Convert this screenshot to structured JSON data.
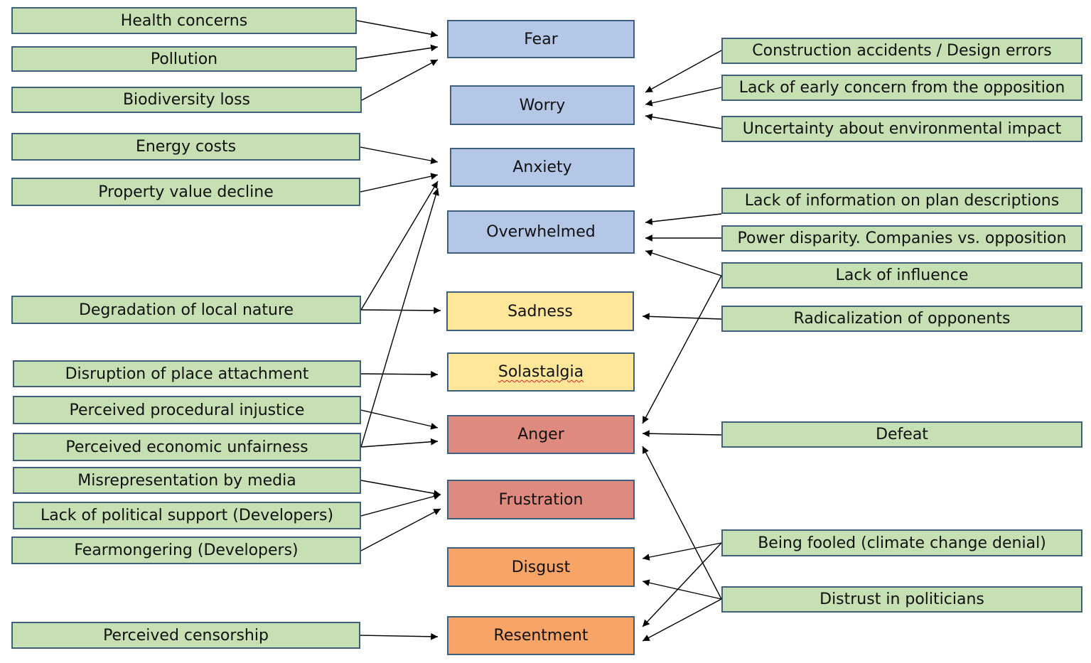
{
  "colors": {
    "cause_fill": "#c6e0b4",
    "blue": "#b4c7e7",
    "yellow": "#ffe699",
    "red": "#df8a7e",
    "orange": "#f8a466",
    "border": "#41617a"
  },
  "emotions": {
    "fear": "Fear",
    "worry": "Worry",
    "anxiety": "Anxiety",
    "overwhelmed": "Overwhelmed",
    "sadness": "Sadness",
    "solastalgia": "Solastalgia",
    "anger": "Anger",
    "frustration": "Frustration",
    "disgust": "Disgust",
    "resentment": "Resentment"
  },
  "left_causes": {
    "health": "Health concerns",
    "pollution": "Pollution",
    "biodiversity": "Biodiversity loss",
    "energy": "Energy costs",
    "property": "Property value decline",
    "degradation": "Degradation of local nature",
    "place": "Disruption of place attachment",
    "procedural": "Perceived procedural injustice",
    "economic": "Perceived economic unfairness",
    "media": "Misrepresentation by media",
    "political": "Lack of political support (Developers)",
    "fearmongering": "Fearmongering (Developers)",
    "censorship": "Perceived censorship"
  },
  "right_causes": {
    "construction": "Construction accidents / Design errors",
    "early": "Lack of early concern from the opposition",
    "uncertainty": "Uncertainty about environmental impact",
    "information": "Lack of information on plan descriptions",
    "power": "Power disparity. Companies vs. opposition",
    "influence": "Lack of influence",
    "radicalization": "Radicalization of opponents",
    "defeat": "Defeat",
    "fooled": "Being fooled (climate change denial)",
    "distrust": "Distrust in politicians"
  },
  "links": [
    {
      "from": "health",
      "to": "fear"
    },
    {
      "from": "pollution",
      "to": "fear"
    },
    {
      "from": "biodiversity",
      "to": "fear"
    },
    {
      "from": "energy",
      "to": "anxiety"
    },
    {
      "from": "property",
      "to": "anxiety"
    },
    {
      "from": "degradation",
      "to": "anxiety"
    },
    {
      "from": "degradation",
      "to": "sadness"
    },
    {
      "from": "economic",
      "to": "anxiety"
    },
    {
      "from": "place",
      "to": "solastalgia"
    },
    {
      "from": "procedural",
      "to": "anger"
    },
    {
      "from": "economic",
      "to": "anger"
    },
    {
      "from": "media",
      "to": "frustration"
    },
    {
      "from": "political",
      "to": "frustration"
    },
    {
      "from": "fearmongering",
      "to": "frustration"
    },
    {
      "from": "censorship",
      "to": "resentment"
    },
    {
      "from": "construction",
      "to": "worry"
    },
    {
      "from": "early",
      "to": "worry"
    },
    {
      "from": "uncertainty",
      "to": "worry"
    },
    {
      "from": "information",
      "to": "overwhelmed"
    },
    {
      "from": "power",
      "to": "overwhelmed"
    },
    {
      "from": "influence",
      "to": "overwhelmed"
    },
    {
      "from": "influence",
      "to": "anger"
    },
    {
      "from": "radicalization",
      "to": "sadness"
    },
    {
      "from": "defeat",
      "to": "anger"
    },
    {
      "from": "fooled",
      "to": "disgust"
    },
    {
      "from": "fooled",
      "to": "resentment"
    },
    {
      "from": "distrust",
      "to": "disgust"
    },
    {
      "from": "distrust",
      "to": "resentment"
    },
    {
      "from": "distrust",
      "to": "anger"
    }
  ]
}
